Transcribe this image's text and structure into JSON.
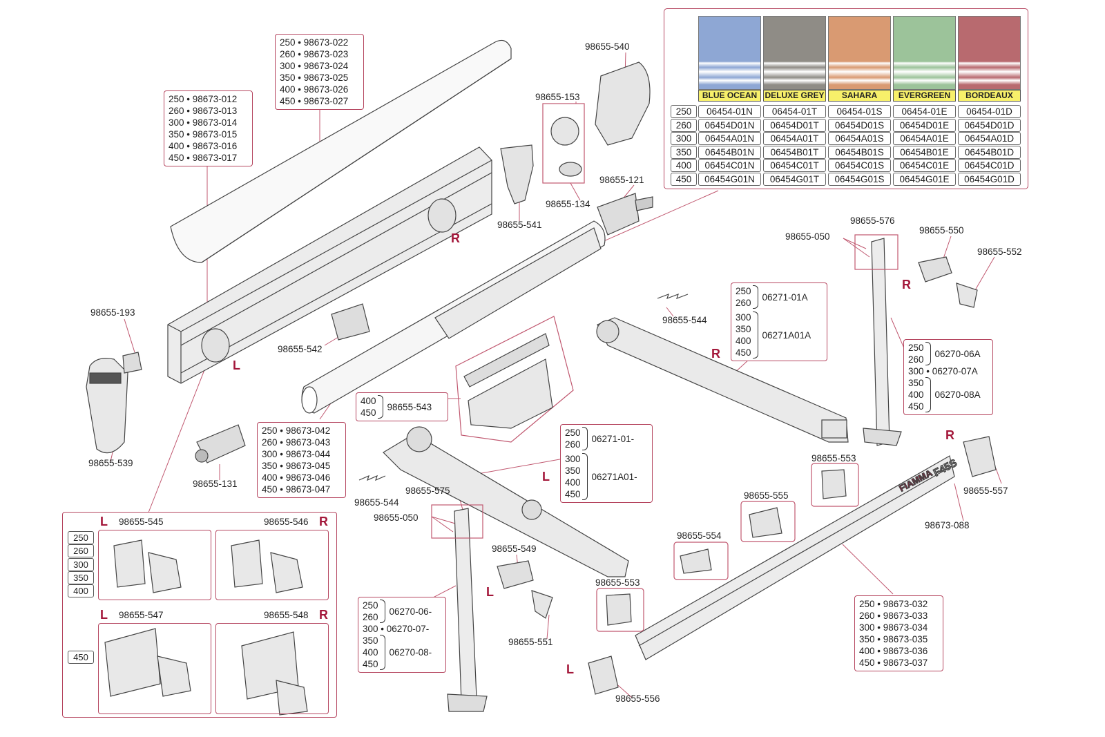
{
  "colors": {
    "accent": "#a3173a",
    "frame": "#b5455f",
    "fabric_label_bg": "#f7f06a"
  },
  "fabric_table": {
    "columns": [
      {
        "name": "BLUE OCEAN",
        "color": "#8ea7d4"
      },
      {
        "name": "DELUXE GREY",
        "color": "#8f8c86"
      },
      {
        "name": "SAHARA",
        "color": "#d99a72"
      },
      {
        "name": "EVERGREEN",
        "color": "#9cc39a"
      },
      {
        "name": "BORDEAUX",
        "color": "#b86a6f"
      }
    ],
    "rows": [
      {
        "size": "250",
        "codes": [
          "06454-01N",
          "06454-01T",
          "06454-01S",
          "06454-01E",
          "06454-01D"
        ]
      },
      {
        "size": "260",
        "codes": [
          "06454D01N",
          "06454D01T",
          "06454D01S",
          "06454D01E",
          "06454D01D"
        ]
      },
      {
        "size": "300",
        "codes": [
          "06454A01N",
          "06454A01T",
          "06454A01S",
          "06454A01E",
          "06454A01D"
        ]
      },
      {
        "size": "350",
        "codes": [
          "06454B01N",
          "06454B01T",
          "06454B01S",
          "06454B01E",
          "06454B01D"
        ]
      },
      {
        "size": "400",
        "codes": [
          "06454C01N",
          "06454C01T",
          "06454C01S",
          "06454C01E",
          "06454C01D"
        ]
      },
      {
        "size": "450",
        "codes": [
          "06454G01N",
          "06454G01T",
          "06454G01S",
          "06454G01E",
          "06454G01D"
        ]
      }
    ]
  },
  "list_boxes": {
    "cover": [
      "250 • 98673-022",
      "260 • 98673-023",
      "300 • 98673-024",
      "350 • 98673-025",
      "400 • 98673-026",
      "450 • 98673-027"
    ],
    "case": [
      "250 • 98673-012",
      "260 • 98673-013",
      "300 • 98673-014",
      "350 • 98673-015",
      "400 • 98673-016",
      "450 • 98673-017"
    ],
    "roller": [
      "250 • 98673-042",
      "260 • 98673-043",
      "300 • 98673-044",
      "350 • 98673-045",
      "400 • 98673-046",
      "450 • 98673-047"
    ],
    "front_rail": [
      "250 • 98673-032",
      "260 • 98673-033",
      "300 • 98673-034",
      "350 • 98673-035",
      "400 • 98673-036",
      "450 • 98673-037"
    ]
  },
  "group_boxes": {
    "arm_right": [
      {
        "sizes": [
          "250",
          "260"
        ],
        "code": "06271-01A"
      },
      {
        "sizes": [
          "300",
          "350",
          "400",
          "450"
        ],
        "code": "06271A01A"
      }
    ],
    "arm_left": [
      {
        "sizes": [
          "250",
          "260"
        ],
        "code": "06271-01-"
      },
      {
        "sizes": [
          "300",
          "350",
          "400",
          "450"
        ],
        "code": "06271A01-"
      }
    ],
    "leg_right": [
      {
        "sizes": [
          "250",
          "260"
        ],
        "code": "06270-06A"
      },
      {
        "sizes": [],
        "code": "300 •  06270-07A"
      },
      {
        "sizes": [
          "350",
          "400",
          "450"
        ],
        "code": "06270-08A"
      }
    ],
    "leg_left": [
      {
        "sizes": [
          "250",
          "260"
        ],
        "code": "06270-06-"
      },
      {
        "sizes": [],
        "code": "300 • 06270-07-"
      },
      {
        "sizes": [
          "350",
          "400"
        ],
        "code": "06270-08-"
      },
      {
        "sizes": [
          "450"
        ],
        "code": ""
      }
    ],
    "slider": [
      {
        "sizes": [
          "400",
          "450"
        ],
        "code": "98655-543"
      }
    ]
  },
  "labels": {
    "p540": "98655-540",
    "p153": "98655-153",
    "p134": "98655-134",
    "p121": "98655-121",
    "p541": "98655-541",
    "p193": "98655-193",
    "p539": "98655-539",
    "p542": "98655-542",
    "p131": "98655-131",
    "p050a": "98655-050",
    "p576": "98655-576",
    "p550": "98655-550",
    "p552": "98655-552",
    "p544a": "98655-544",
    "p544b": "98655-544",
    "p575": "98655-575",
    "p050b": "98655-050",
    "p549": "98655-549",
    "p551": "98655-551",
    "p553a": "98655-553",
    "p553b": "98655-553",
    "p555": "98655-555",
    "p554": "98655-554",
    "p557": "98655-557",
    "p088": "98673-088",
    "p556": "98655-556"
  },
  "sides": {
    "L": "L",
    "R": "R"
  },
  "spares": {
    "p545": "98655-545",
    "p546": "98655-546",
    "p547": "98655-547",
    "p548": "98655-548",
    "sizes_small": [
      "250",
      "260",
      "300",
      "350",
      "400"
    ],
    "size_large": "450"
  },
  "logo": {
    "brand": "FIAMMA",
    "model": "F45S"
  }
}
